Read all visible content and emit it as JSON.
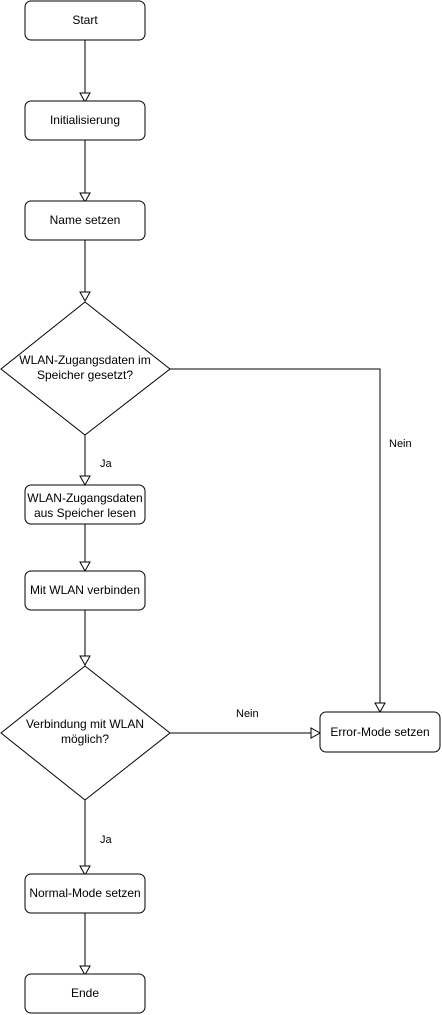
{
  "nodes": {
    "start": "Start",
    "init": "Initialisierung",
    "name": "Name setzen",
    "check_line1": "WLAN-Zugangsdaten im",
    "check_line2": "Speicher gesetzt?",
    "read_line1": "WLAN-Zugangsdaten",
    "read_line2": "aus Speicher lesen",
    "connect": "Mit WLAN verbinden",
    "possible_line1": "Verbindung mit WLAN",
    "possible_line2": "möglich?",
    "normal": "Normal-Mode setzen",
    "end": "Ende",
    "error": "Error-Mode setzen"
  },
  "edge_labels": {
    "check_yes": "Ja",
    "check_no": "Nein",
    "possible_yes": "Ja",
    "possible_no": "Nein"
  }
}
